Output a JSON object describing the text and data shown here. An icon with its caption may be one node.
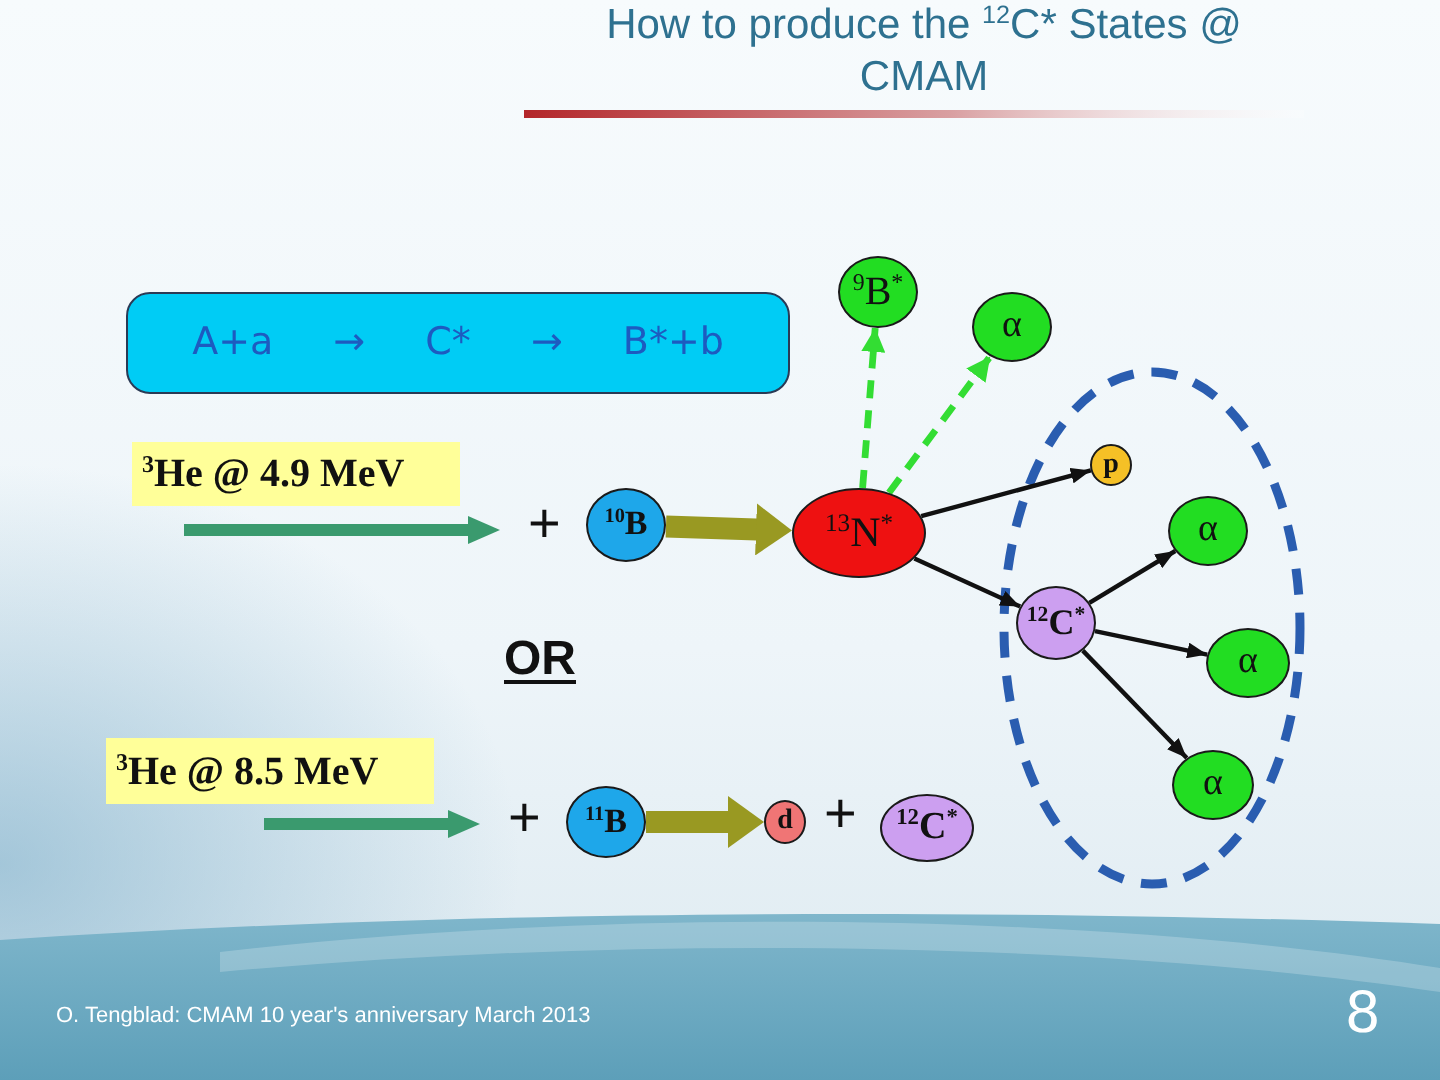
{
  "diagram": {
    "title": "How to produce the $^{12}$C* States @ CMAM",
    "nodes": [
      {
        "text": [
          "A+a → C* → B*+b"
        ]
      },
      {
        "text": [
          "$^{9}$B$^{*}$"
        ]
      },
      {
        "text": [
          "α"
        ]
      },
      {
        "text": [
          "$^{3}$He @ 4.9 MeV"
        ]
      },
      {
        "text": [
          "p"
        ]
      },
      {
        "text": [
          "$^{10}$B"
        ]
      },
      {
        "text": [
          "$^{13}$N$^{*}$"
        ]
      },
      {
        "text": [
          "α"
        ]
      },
      {
        "text": [
          "$^{12}$C$^{*}$"
        ]
      },
      {
        "text": [
          "α"
        ]
      },
      {
        "text": [
          "$^{3}$He @ 8.5 MeV"
        ]
      },
      {
        "text": [
          "α"
        ]
      },
      {
        "text": [
          "$^{11}$B"
        ]
      },
      {
        "text": [
          "d"
        ]
      },
      {
        "text": [
          "$^{12}$C$^{*}$"
        ]
      }
    ],
    "edges": [
      {
        "from": 6,
        "to": 1,
        "arrow": "to",
        "style": "dashed",
        "color": "#33dd33"
      },
      {
        "from": 6,
        "to": 2,
        "arrow": "to",
        "style": "dashed",
        "color": "#33dd33"
      },
      {
        "from": 5,
        "to": 6,
        "arrow": "to",
        "style": "thick",
        "color": "#999922"
      },
      {
        "from": 6,
        "to": 4,
        "arrow": "to"
      },
      {
        "from": 6,
        "to": 8,
        "arrow": "to"
      },
      {
        "from": 8,
        "to": 7,
        "arrow": "to"
      },
      {
        "from": 8,
        "to": 9,
        "arrow": "to"
      },
      {
        "from": 8,
        "to": 11,
        "arrow": "to"
      },
      {
        "from": 12,
        "to": 13,
        "arrow": "to",
        "style": "thick",
        "color": "#999922"
      }
    ],
    "labels": [
      "+",
      "OR",
      "+",
      "+",
      "O. Tengblad: CMAM 10 year's anniversary March 2013",
      "8"
    ]
  }
}
